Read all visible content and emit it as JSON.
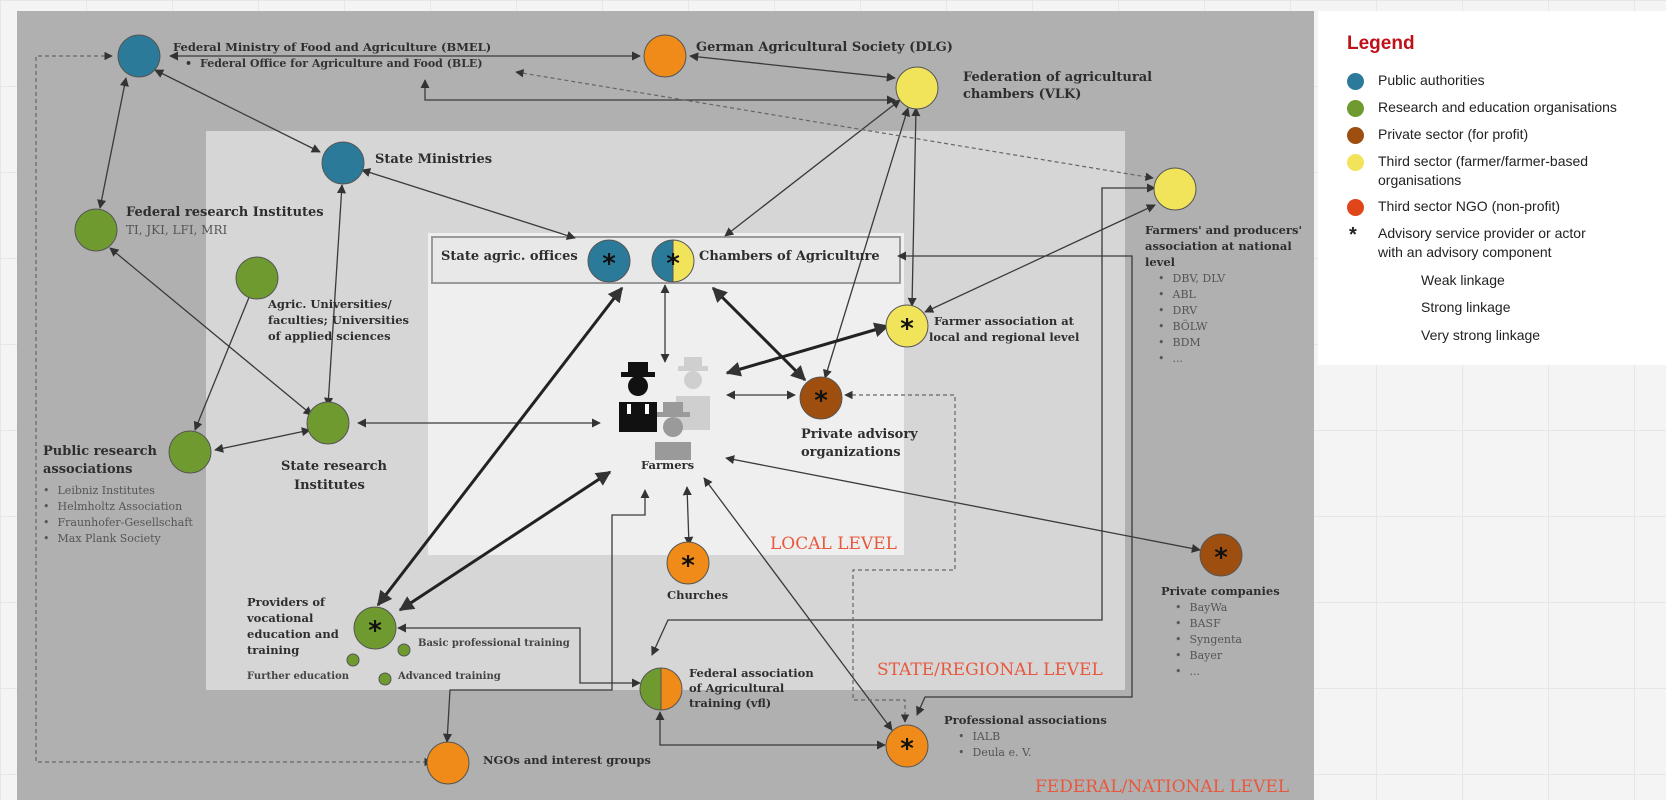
{
  "colors": {
    "public": "#2b7a9a",
    "research": "#6e9a30",
    "private": "#9e4e0e",
    "third": "#f2e45a",
    "ngo": "#f08a18",
    "federal_bg": "#b0b0b0",
    "state_bg": "#d6d6d6",
    "local_bg": "#efefef",
    "level_text": "#e8583d",
    "legend_title": "#c0101a"
  },
  "levels": {
    "local": "LOCAL LEVEL",
    "state": "STATE/REGIONAL LEVEL",
    "federal": "FEDERAL/NATIONAL LEVEL"
  },
  "nodes": {
    "bmel": {
      "label": "Federal Ministry of Food and Agriculture (BMEL)",
      "sub": "Federal Office for Agriculture and Food (BLE)"
    },
    "dlg": {
      "label": "German Agricultural Society (DLG)"
    },
    "vlk": {
      "label_1": "Federation of agricultural",
      "label_2": "chambers (VLK)"
    },
    "state_ministries": {
      "label": "State Ministries"
    },
    "fed_research": {
      "label": "Federal research Institutes",
      "sub": "TI, JKI, LFI, MRI"
    },
    "universities": {
      "label_1": "Agric. Universities/",
      "label_2": "faculties; Universities",
      "label_3": "of applied sciences"
    },
    "state_offices": {
      "label": "State agric. offices"
    },
    "chambers": {
      "label": "Chambers of Agriculture"
    },
    "farmers_national": {
      "label_1": "Farmers' and producers'",
      "label_2": "association at national",
      "label_3": "level",
      "items": [
        "DBV, DLV",
        "ABL",
        "DRV",
        "BÖLW",
        "BDM",
        "..."
      ]
    },
    "farmer_local": {
      "label_1": "Farmer association at",
      "label_2": "local and regional level"
    },
    "farmers": {
      "label": "Farmers"
    },
    "private_advisory": {
      "label_1": "Private advisory",
      "label_2": "organizations"
    },
    "public_research": {
      "label_1": "Public research",
      "label_2": "associations",
      "items": [
        "Leibniz Institutes",
        "Helmholtz Association",
        "Fraunhofer-Gesellschaft",
        "Max Plank Society"
      ]
    },
    "state_research": {
      "label_1": "State research",
      "label_2": "Institutes"
    },
    "churches": {
      "label": "Churches"
    },
    "private_companies": {
      "label": "Private companies",
      "items": [
        "BayWa",
        "BASF",
        "Syngenta",
        "Bayer",
        "..."
      ]
    },
    "vocational": {
      "label_1": "Providers of",
      "label_2": "vocational",
      "label_3": "education and",
      "label_4": "training",
      "basic": "Basic professional training",
      "further": "Further education",
      "advanced": "Advanced training"
    },
    "vfl": {
      "label_1": "Federal association",
      "label_2": "of Agricultural",
      "label_3": "training (vfl)"
    },
    "professional": {
      "label": "Professional associations",
      "items": [
        "IALB",
        "Deula e. V."
      ]
    },
    "ngos": {
      "label": "NGOs and interest groups"
    }
  },
  "legend": {
    "title": "Legend",
    "items": [
      {
        "label": "Public authorities",
        "color": "#2b7a9a"
      },
      {
        "label": "Research and education organisations",
        "color": "#6e9a30"
      },
      {
        "label": "Private sector (for profit)",
        "color": "#9e4e0e"
      },
      {
        "label": "Third sector (farmer/farmer-based",
        "label_2": "organisations",
        "color": "#f2e45a"
      },
      {
        "label": "Third sector NGO (non-profit)",
        "color": "#e0461a"
      }
    ],
    "advisory_1": "Advisory service provider or actor",
    "advisory_2": "with an advisory component",
    "weak": "Weak linkage",
    "strong": "Strong linkage",
    "very_strong": "Very strong linkage"
  }
}
